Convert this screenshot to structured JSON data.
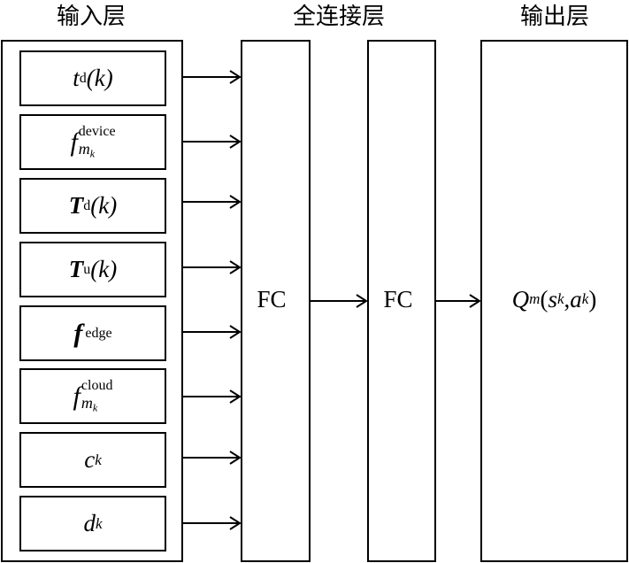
{
  "titles": {
    "input_layer": "输入层",
    "fc_layer": "全连接层",
    "output_layer": "输出层"
  },
  "inputs": [
    {
      "id": "t-d-k",
      "base": "t",
      "sup": "d",
      "arg": "(k)",
      "style": "italic"
    },
    {
      "id": "f-device",
      "base": "f",
      "sup": "device",
      "sub": "m",
      "subsub": "k",
      "style": "italic"
    },
    {
      "id": "T-d-k",
      "base": "T",
      "sup": "d",
      "arg": "(k)",
      "style": "bold-italic"
    },
    {
      "id": "T-u-k",
      "base": "T",
      "sup": "u",
      "arg": "(k)",
      "style": "bold-italic"
    },
    {
      "id": "f-edge",
      "base": "f",
      "sup": "edge",
      "style": "bold-italic"
    },
    {
      "id": "f-cloud",
      "base": "f",
      "sup": "cloud",
      "sub": "m",
      "subsub": "k",
      "style": "italic"
    },
    {
      "id": "c-k",
      "base": "c",
      "sub": "k",
      "style": "italic"
    },
    {
      "id": "d-k",
      "base": "d",
      "sub": "k",
      "style": "italic"
    }
  ],
  "fc_layers": [
    {
      "label": "FC"
    },
    {
      "label": "FC"
    }
  ],
  "output": {
    "base": "Q",
    "sub": "m",
    "open": "(",
    "s": "s",
    "s_sub": "k",
    "sep": ", ",
    "a": "a",
    "a_sub": "k",
    "close": ")"
  }
}
